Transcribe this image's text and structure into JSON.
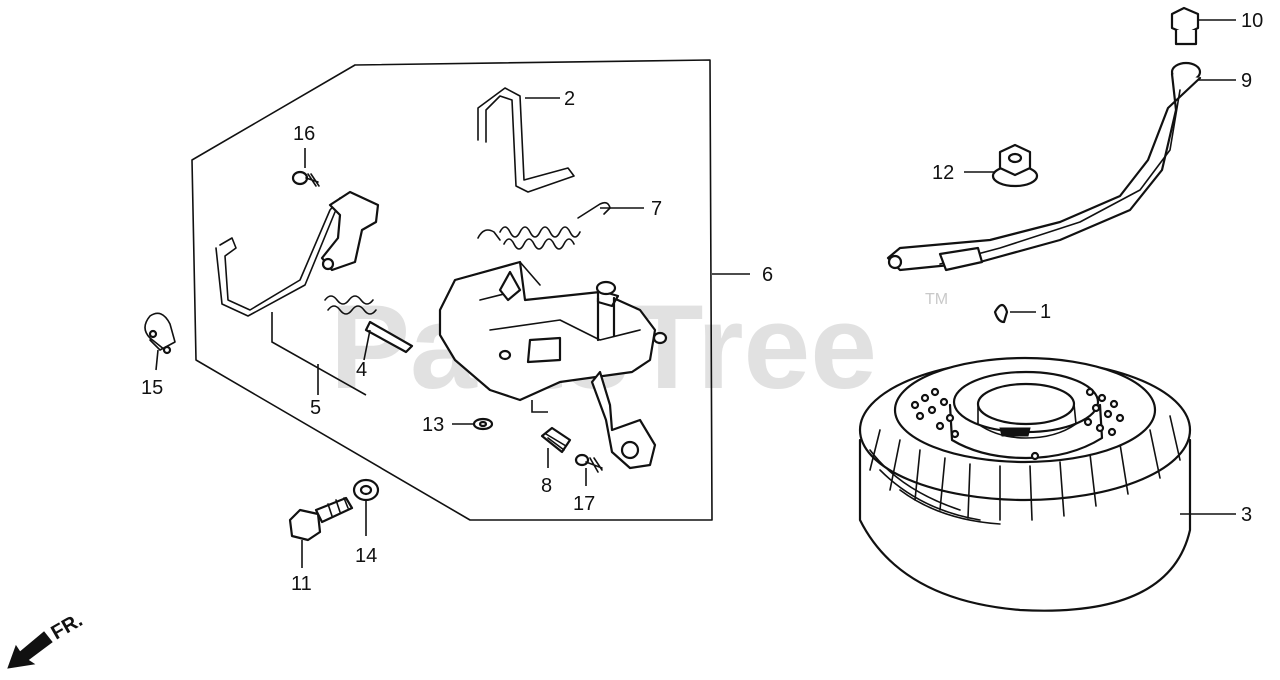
{
  "diagram": {
    "watermark": {
      "text": "PartsTree",
      "tm": "TM"
    },
    "direction_marker": {
      "text": "FR."
    },
    "part_labels": [
      "1",
      "2",
      "3",
      "4",
      "5",
      "6",
      "7",
      "8",
      "9",
      "10",
      "11",
      "12",
      "13",
      "14",
      "15",
      "16",
      "17"
    ]
  }
}
